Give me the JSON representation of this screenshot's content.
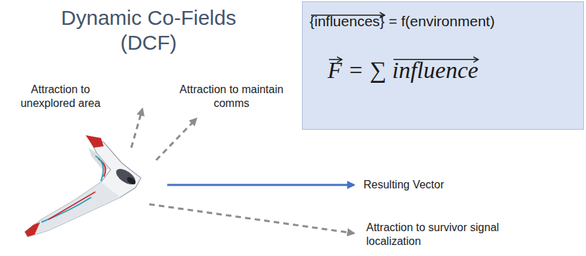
{
  "diagram": {
    "title": "Dynamic Co-Fields (DCF)",
    "nodes": [
      {
        "text": [
          "{influences} = f(environment)",
          "F = ∑ influence"
        ]
      }
    ],
    "labels": [
      "Attraction to unexplored area",
      "Attraction to maintain comms",
      "Resulting Vector",
      "Attraction to survivor signal localization"
    ]
  }
}
